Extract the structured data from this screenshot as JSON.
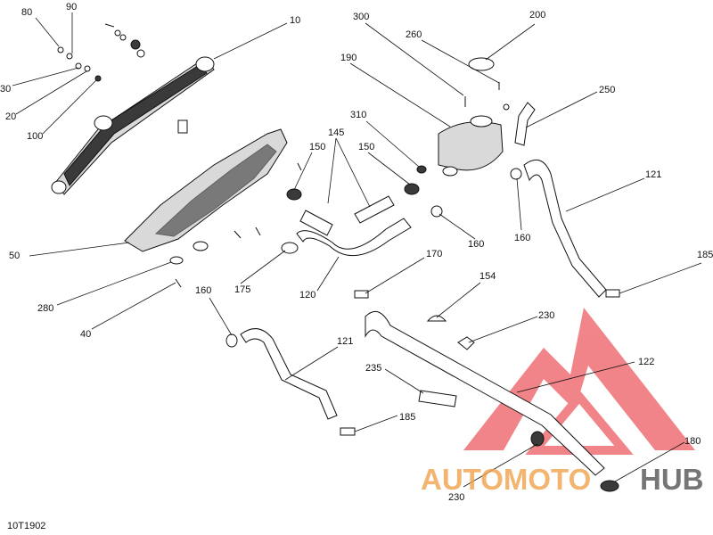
{
  "diagram_ref": "10T1902",
  "watermark": {
    "text_orange": "AUTOMOTO",
    "text_gray": "HUB",
    "orange": "#f0a24b",
    "gray": "#555555",
    "logo_red": "#e8333a"
  },
  "callouts": [
    {
      "id": "80",
      "label": "80"
    },
    {
      "id": "90",
      "label": "90"
    },
    {
      "id": "10",
      "label": "10"
    },
    {
      "id": "30",
      "label": "30"
    },
    {
      "id": "20",
      "label": "20"
    },
    {
      "id": "100",
      "label": "100"
    },
    {
      "id": "300",
      "label": "300"
    },
    {
      "id": "200",
      "label": "200"
    },
    {
      "id": "260",
      "label": "260"
    },
    {
      "id": "190",
      "label": "190"
    },
    {
      "id": "250",
      "label": "250"
    },
    {
      "id": "310",
      "label": "310"
    },
    {
      "id": "145",
      "label": "145"
    },
    {
      "id": "150a",
      "label": "150"
    },
    {
      "id": "150b",
      "label": "150"
    },
    {
      "id": "121a",
      "label": "121"
    },
    {
      "id": "160a",
      "label": "160"
    },
    {
      "id": "160b",
      "label": "160"
    },
    {
      "id": "50",
      "label": "50"
    },
    {
      "id": "185a",
      "label": "185"
    },
    {
      "id": "170",
      "label": "170"
    },
    {
      "id": "280",
      "label": "280"
    },
    {
      "id": "175",
      "label": "175"
    },
    {
      "id": "120",
      "label": "120"
    },
    {
      "id": "154",
      "label": "154"
    },
    {
      "id": "40",
      "label": "40"
    },
    {
      "id": "160c",
      "label": "160"
    },
    {
      "id": "230a",
      "label": "230"
    },
    {
      "id": "121b",
      "label": "121"
    },
    {
      "id": "122",
      "label": "122"
    },
    {
      "id": "235",
      "label": "235"
    },
    {
      "id": "185b",
      "label": "185"
    },
    {
      "id": "180",
      "label": "180"
    },
    {
      "id": "230b",
      "label": "230"
    }
  ]
}
